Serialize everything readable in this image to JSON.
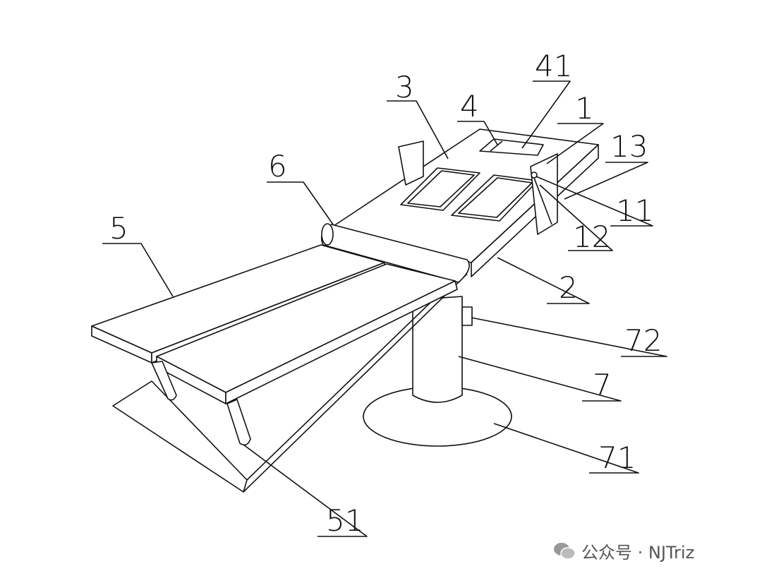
{
  "labels": {
    "l41": "41",
    "l3": "3",
    "l4": "4",
    "l1": "1",
    "l13": "13",
    "l6": "6",
    "l11": "11",
    "l5": "5",
    "l12": "12",
    "l2": "2",
    "l72": "72",
    "l7": "7",
    "l71": "71",
    "l51": "51"
  },
  "watermark": "公众号 · NJTriz"
}
